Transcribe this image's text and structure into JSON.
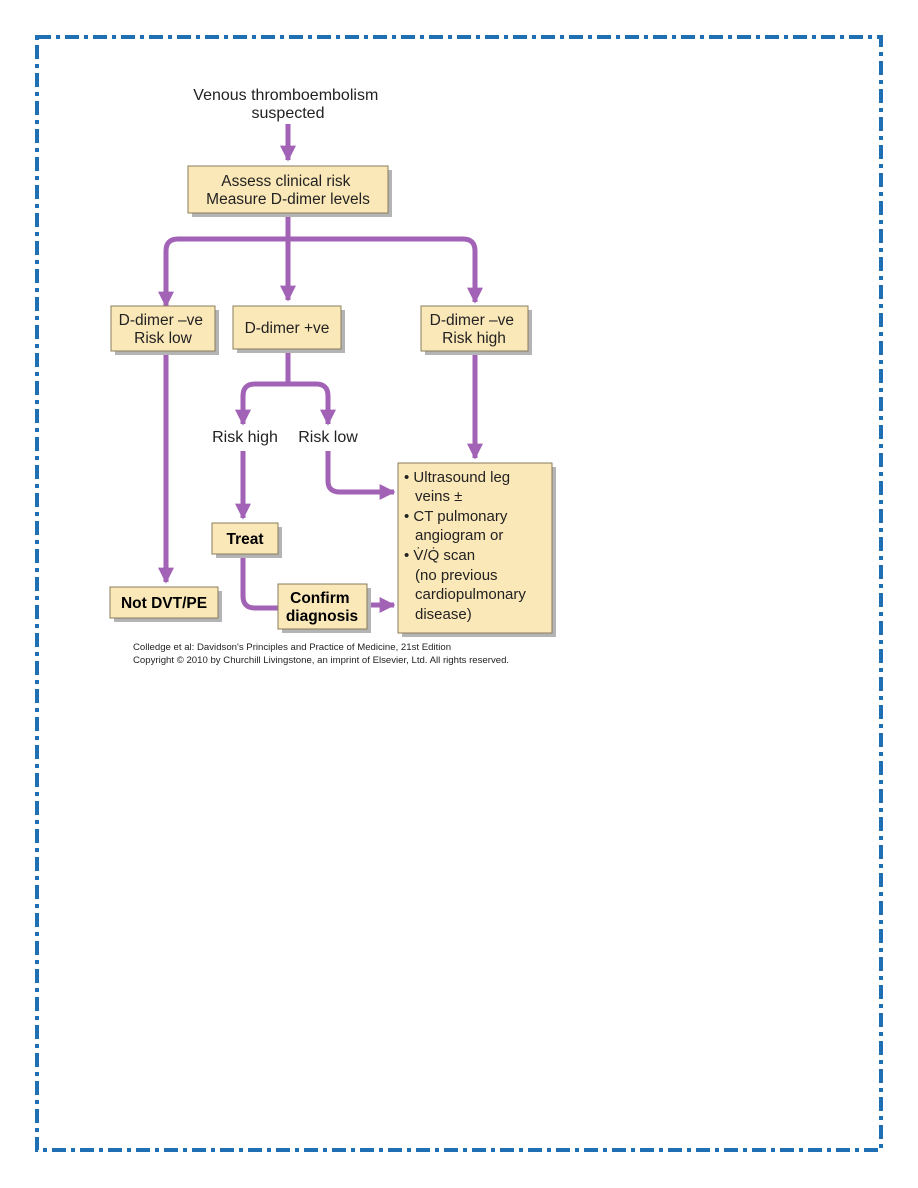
{
  "colors": {
    "frame": "#1F6FB5",
    "arrow": "#A262B5",
    "box_fill": "#FBE8B8",
    "box_stroke": "#8A7C5C",
    "box_shadow": "#B4B4B4"
  },
  "flowchart": {
    "start": {
      "line1": "Venous thromboembolism",
      "line2": "suspected"
    },
    "assess": {
      "line1": "Assess clinical risk",
      "line2": "Measure D-dimer levels"
    },
    "neg_low": {
      "line1": "D-dimer –ve",
      "line2": "Risk low"
    },
    "pos": {
      "label": "D-dimer +ve"
    },
    "neg_high": {
      "line1": "D-dimer –ve",
      "line2": "Risk high"
    },
    "risk_high": {
      "label": "Risk high"
    },
    "risk_low": {
      "label": "Risk low"
    },
    "treat": {
      "label": "Treat"
    },
    "not_dvt": {
      "label": "Not DVT/PE"
    },
    "confirm": {
      "line1": "Confirm",
      "line2": "diagnosis"
    },
    "imaging": {
      "lines": [
        "• Ultrasound leg",
        "veins ±",
        "• CT pulmonary",
        "angiogram or",
        "• V̇/Q̇ scan",
        "(no previous",
        "cardiopulmonary",
        "disease)"
      ]
    }
  },
  "credit": {
    "line1": "Colledge et al: Davidson's Principles and Practice of Medicine, 21st Edition",
    "line2": "Copyright © 2010 by Churchill Livingstone, an imprint of Elsevier, Ltd. All rights reserved."
  }
}
